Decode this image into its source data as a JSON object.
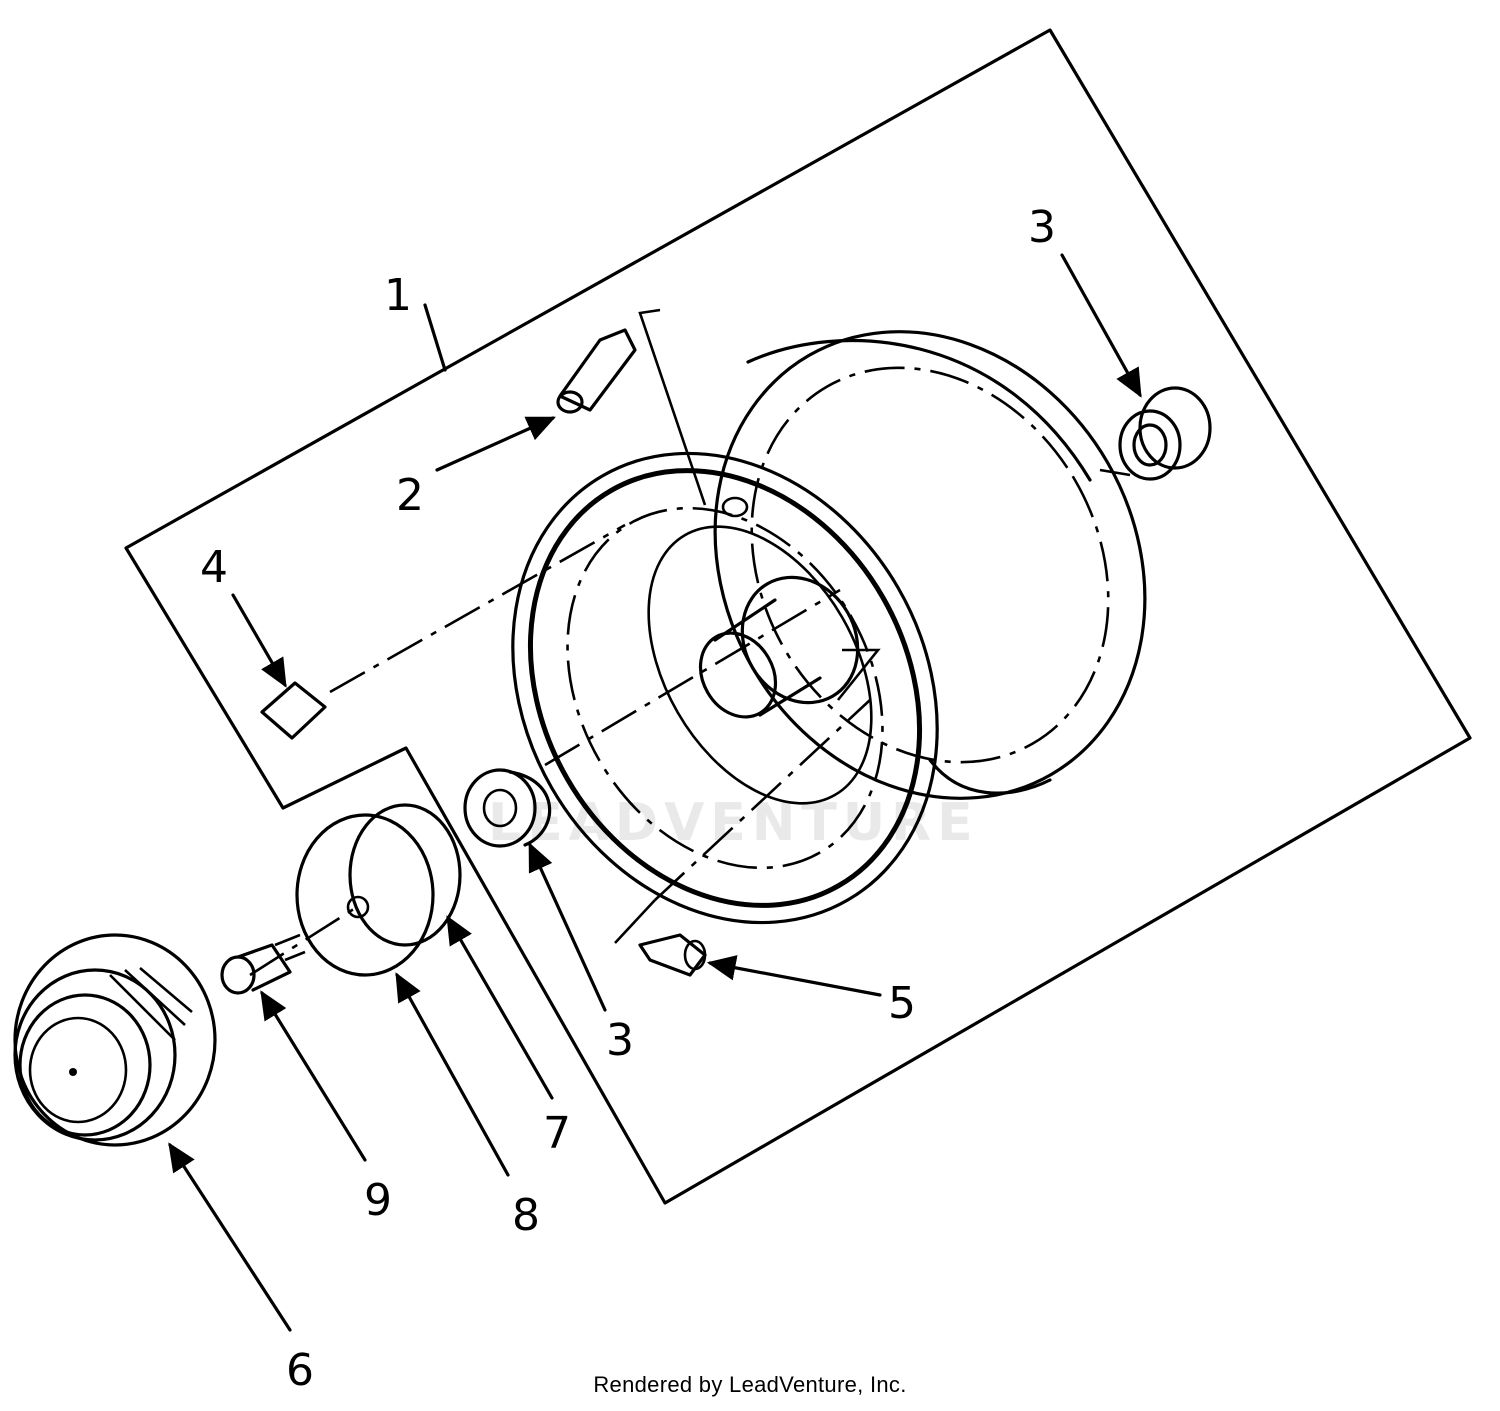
{
  "diagram": {
    "watermark": "LEADVENTURE",
    "callouts": [
      {
        "id": "c1",
        "label": "1"
      },
      {
        "id": "c2",
        "label": "2"
      },
      {
        "id": "c3a",
        "label": "3"
      },
      {
        "id": "c3b",
        "label": "3"
      },
      {
        "id": "c4",
        "label": "4"
      },
      {
        "id": "c5",
        "label": "5"
      },
      {
        "id": "c6",
        "label": "6"
      },
      {
        "id": "c7",
        "label": "7"
      },
      {
        "id": "c8",
        "label": "8"
      },
      {
        "id": "c9",
        "label": "9"
      }
    ]
  },
  "footer": {
    "text": "Rendered by LeadVenture, Inc."
  }
}
